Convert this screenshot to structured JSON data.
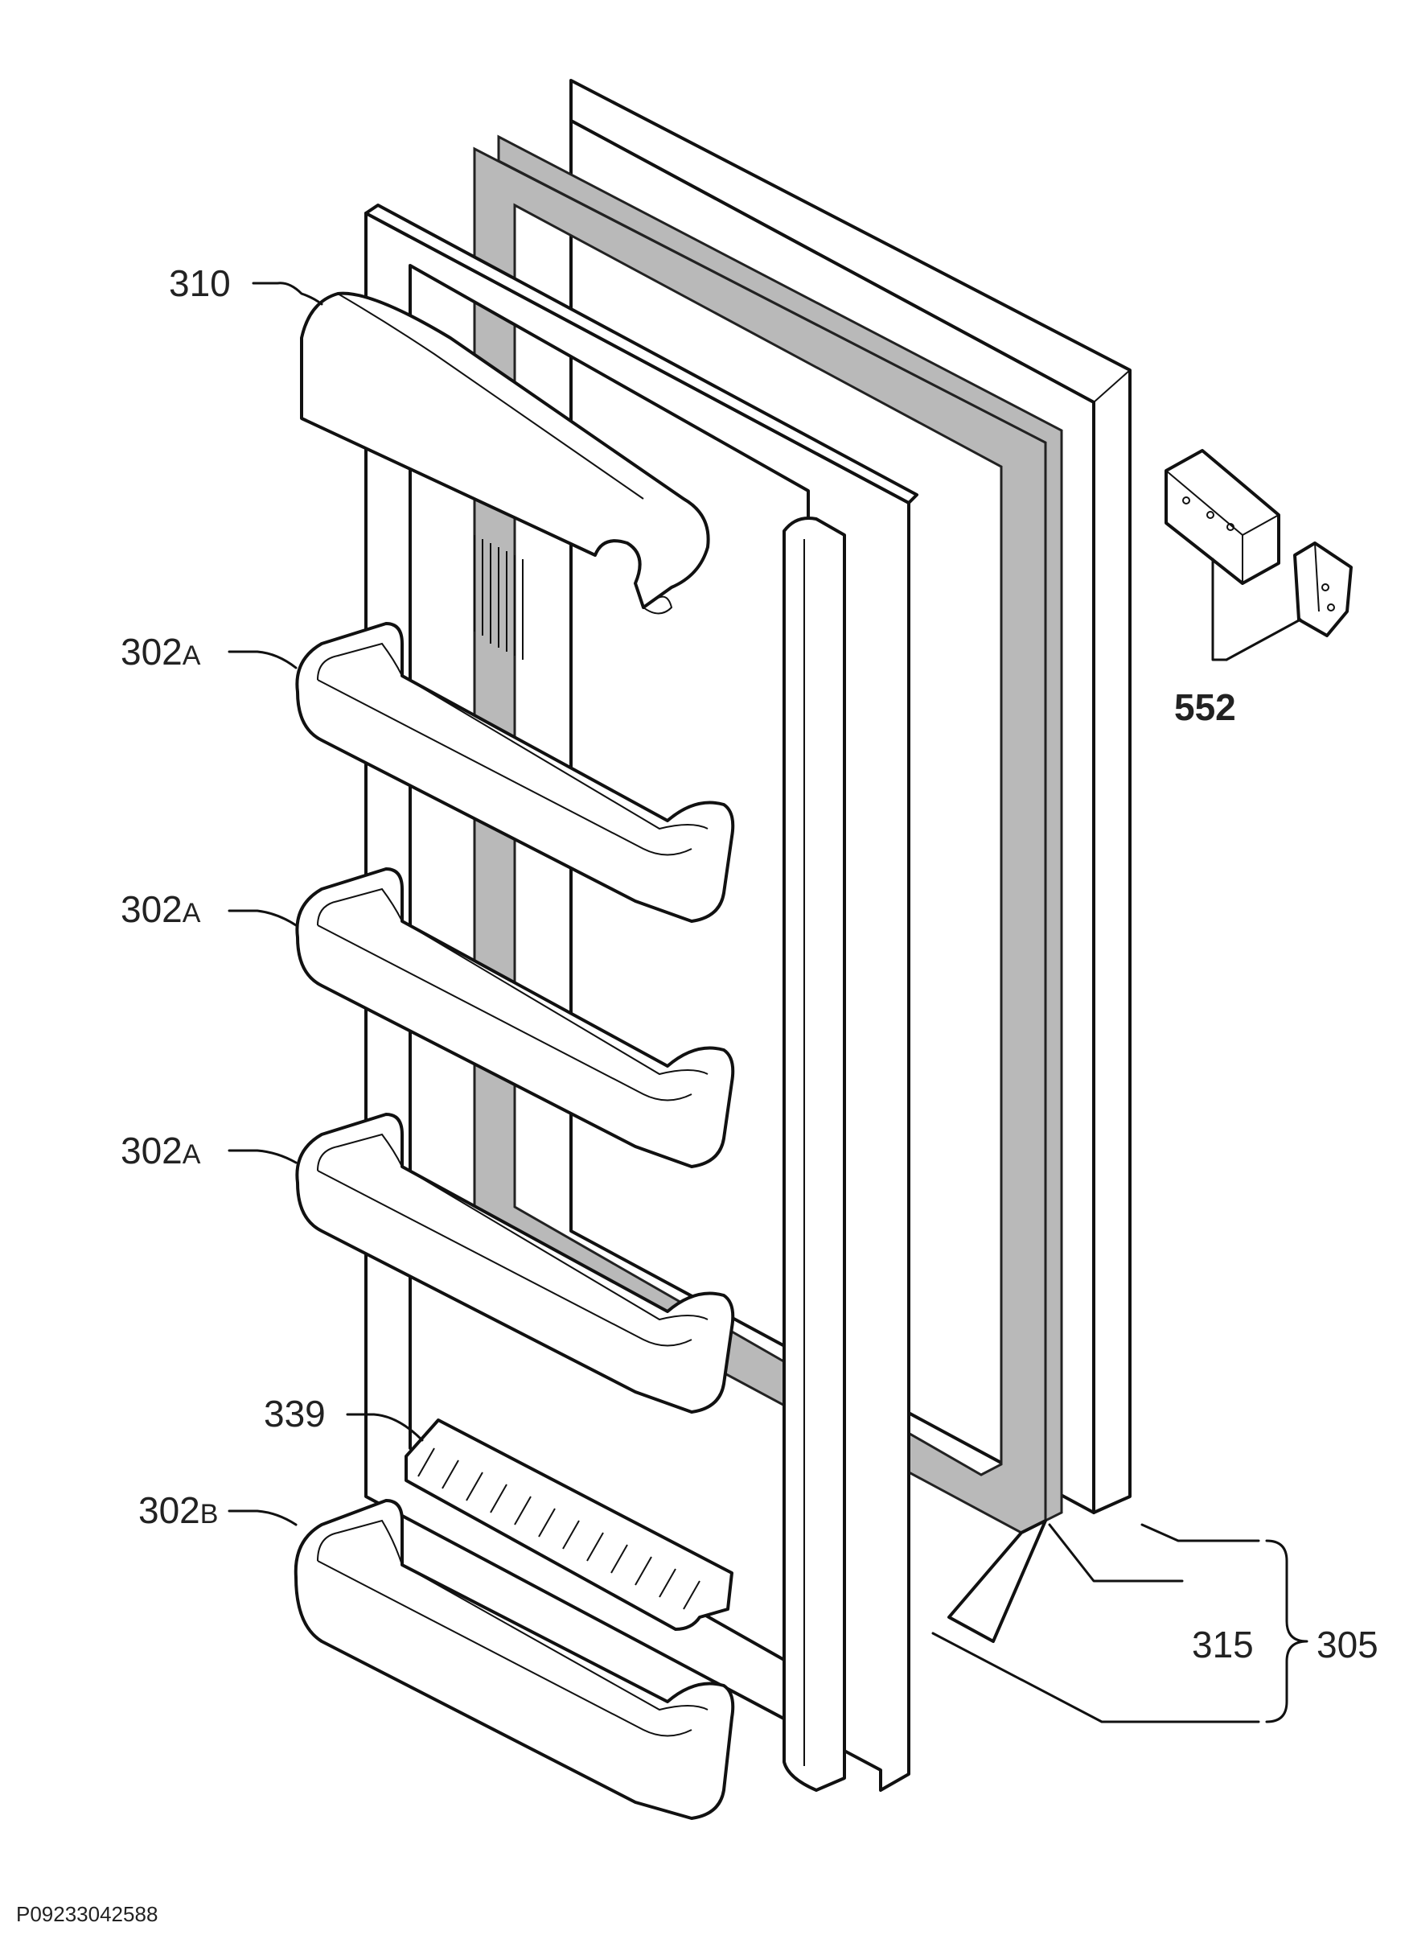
{
  "diagram": {
    "labels": {
      "p310": "310",
      "p302a_1_num": "302",
      "p302a_1_suffix": "A",
      "p302a_2_num": "302",
      "p302a_2_suffix": "A",
      "p302a_3_num": "302",
      "p302a_3_suffix": "A",
      "p339": "339",
      "p302b_num": "302",
      "p302b_suffix": "B",
      "p552": "552",
      "p315": "315",
      "p305": "305"
    },
    "reference_code": "P09233042588"
  }
}
